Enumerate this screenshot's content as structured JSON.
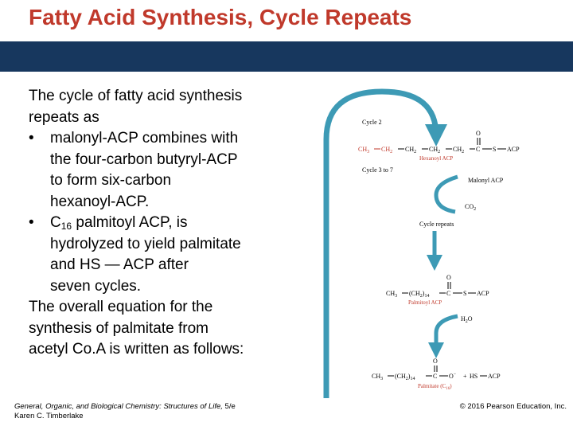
{
  "slide": {
    "title": "Fatty Acid Synthesis, Cycle Repeats",
    "intro_1": "The cycle of fatty acid synthesis",
    "intro_2": "repeats as",
    "bullet_1a": "malonyl-ACP combines with",
    "bullet_1b": "the four-carbon butyryl-ACP",
    "bullet_1c": "to form six-carbon",
    "bullet_1d": "hexanoyl-ACP.",
    "bullet_2a_pre": "C",
    "bullet_2a_sub": "16",
    "bullet_2a_post": " palmitoyl ACP, is",
    "bullet_2b": "hydrolyzed to yield palmitate",
    "bullet_2c": "and HS — ACP after",
    "bullet_2d": "seven cycles.",
    "outro_1": "The overall equation for the",
    "outro_2": "synthesis of palmitate from",
    "outro_3": "acetyl Co.A is written as follows:",
    "bullet_symbol": "•"
  },
  "footer": {
    "source": "General, Organic, and Biological Chemistry: Structures of Life,",
    "edition": " 5/e",
    "author": "Karen C. Timberlake",
    "copyright": "© 2016 Pearson Education, Inc."
  },
  "figure": {
    "cycle2": "Cycle 2",
    "cycle3to7": "Cycle 3 to 7",
    "cycle_repeats": "Cycle repeats",
    "malonyl_acp": "Malonyl ACP",
    "co2": "CO",
    "co2_sub": "2",
    "h2o": "H",
    "h2o_sub": "2",
    "h2o_o": "O",
    "oxygen": "O",
    "hexanoyl_acp": "Hexanoyl ACP",
    "palmitoyl_acp": "Palmitoyl ACP",
    "palmitate": "Palmitate (C",
    "palmitate_sub": "16",
    "palmitate_close": ")",
    "acp": "ACP",
    "hs": "HS",
    "hex_ch3": "CH",
    "hex_ch3_sub": "3",
    "hex_ch2": "CH",
    "hex_ch2_sub": "2",
    "c": "C",
    "s": "S",
    "ch2_14": "(CH",
    "ch2_14_sub": "2",
    "ch2_14_close": ")",
    "ch2_14_n": "14",
    "o_minus": "O",
    "minus": "−",
    "plus": "+"
  },
  "colors": {
    "title": "#c0392b",
    "band": "#17375e",
    "arrow": "#3d9ab5",
    "highlight": "#c0392b"
  }
}
